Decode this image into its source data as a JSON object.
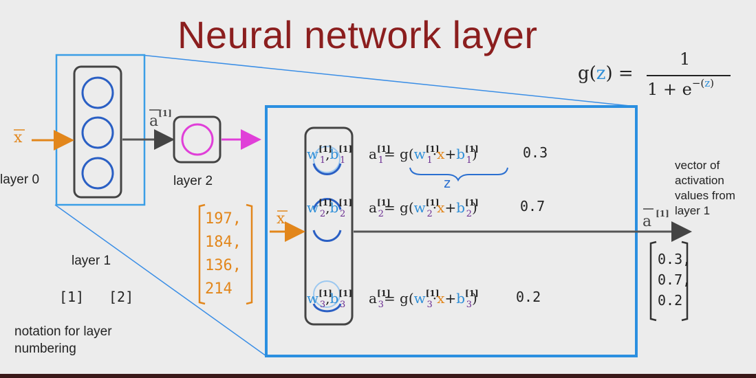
{
  "title": "Neural network layer",
  "sigmoid": {
    "lhs": "g(",
    "z": "z",
    "rhs": ") =",
    "numerator": "1",
    "den_prefix": "1 + e",
    "den_exp_open": "−(",
    "den_exp_close": ")"
  },
  "left_diagram": {
    "input_label": "x",
    "layer0_label": "layer 0",
    "layer2_label": "layer 2",
    "layer1_label": "layer 1",
    "activation_label": "a",
    "activation_sup": "[1]",
    "notation_1": "[1]",
    "notation_2": "[2]",
    "notation_caption": "notation for layer numbering"
  },
  "zoom": {
    "input_label": "x",
    "input_values": [
      "197,",
      "184,",
      "136,",
      "214"
    ],
    "neurons": [
      {
        "w": "w",
        "b": "b",
        "idx": "1",
        "sup": "[1]",
        "a": "a",
        "eq_g": "= g(",
        "dot": "·",
        "plus": "+",
        "close": ")",
        "value": "0.3"
      },
      {
        "w": "w",
        "b": "b",
        "idx": "2",
        "sup": "[1]",
        "a": "a",
        "eq_g": "= g(",
        "dot": "·",
        "plus": "+",
        "close": ")",
        "value": "0.7"
      },
      {
        "w": "w",
        "b": "b",
        "idx": "3",
        "sup": "[1]",
        "a": "a",
        "eq_g": "= g(",
        "dot": "·",
        "plus": "+",
        "close": ")",
        "value": "0.2"
      }
    ],
    "z_label": "z",
    "output_label": "a",
    "output_sup": "[1]",
    "output_caption": "vector of activation values from layer 1",
    "output_vector": [
      "0.3,",
      "0.7,",
      "0.2"
    ]
  }
}
